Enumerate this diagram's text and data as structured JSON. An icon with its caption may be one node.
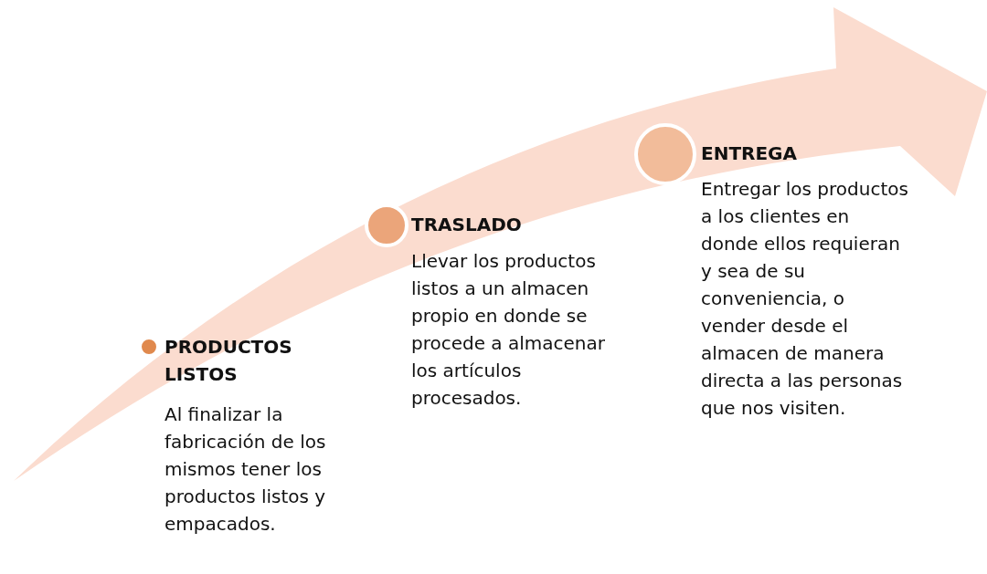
{
  "diagram": {
    "nodes": [
      {
        "text": [
          "PRODUCTOS LISTOS",
          "Al finalizar la fabricación de los mismos tener los productos listos y empacados."
        ]
      },
      {
        "text": [
          "TRASLADO",
          "Llevar los productos listos a un almacen propio en donde se procede a almacenar los artículos procesados."
        ]
      },
      {
        "text": [
          "ENTREGA",
          "Entregar los productos a los clientes en donde ellos requieran y sea de su conveniencia, o vender desde el almacen de manera directa a las personas que nos visiten."
        ]
      }
    ]
  }
}
